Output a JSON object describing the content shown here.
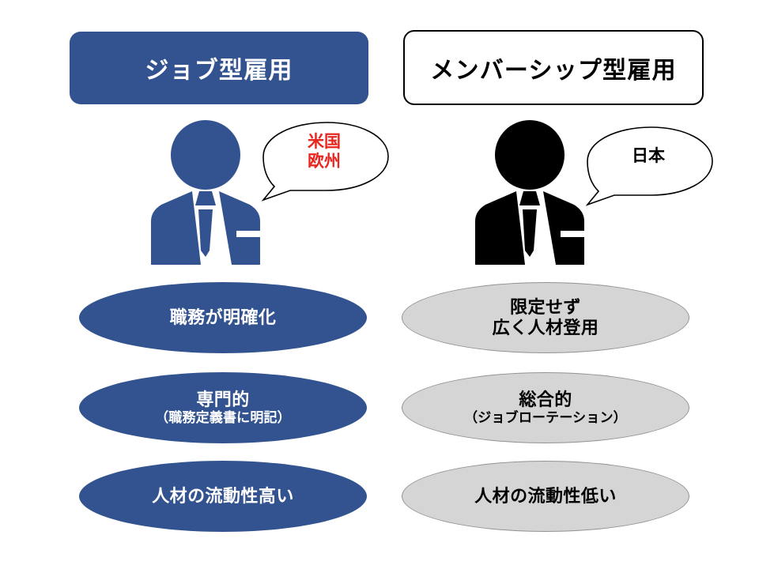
{
  "columns": [
    {
      "id": "job-type",
      "header": "ジョブ型雇用",
      "bubble": "米国\n欧州",
      "bubble_line1": "米国",
      "bubble_line2": "欧州",
      "bubble_color": "#e8251f",
      "figure_color": "#32538f",
      "accent_color": "#32538f",
      "items": [
        {
          "main": "職務が明確化",
          "sub": ""
        },
        {
          "main": "専門的",
          "sub": "（職務定義書に明記）"
        },
        {
          "main": "人材の流動性高い",
          "sub": ""
        }
      ]
    },
    {
      "id": "membership-type",
      "header": "メンバーシップ型雇用",
      "bubble": "日本",
      "bubble_line1": "日本",
      "bubble_line2": "",
      "bubble_color": "#000000",
      "figure_color": "#000000",
      "accent_color": "#d5d5d5",
      "items": [
        {
          "main": "限定せず",
          "sub": "広く人材登用"
        },
        {
          "main": "総合的",
          "sub": "（ジョブローテーション）"
        },
        {
          "main": "人材の流動性低い",
          "sub": ""
        }
      ]
    }
  ],
  "icons": {
    "person_left": "businessman-icon",
    "person_right": "businessman-icon",
    "bubble_left": "speech-bubble-icon",
    "bubble_right": "speech-bubble-icon"
  },
  "colors": {
    "blue": "#32538f",
    "gray": "#d5d5d5",
    "gray_border": "#8f9499",
    "red": "#e8251f",
    "black": "#000000",
    "white": "#ffffff"
  }
}
